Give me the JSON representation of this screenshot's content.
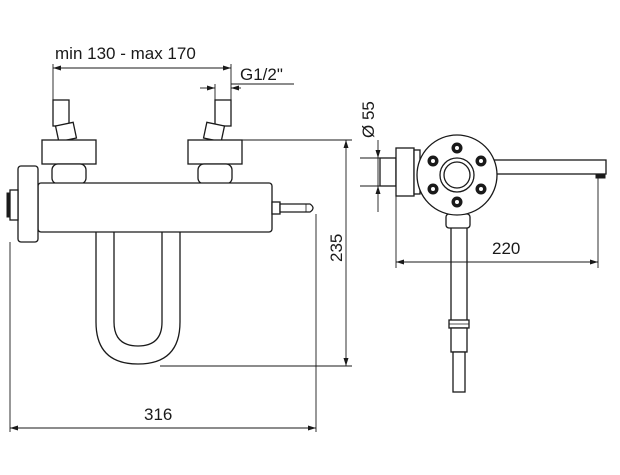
{
  "dimensions": {
    "center_distance": "min 130 - max 170",
    "thread": "G1/2\"",
    "height": "235",
    "width": "316",
    "flange_diameter": "Ø 55",
    "depth": "220"
  }
}
